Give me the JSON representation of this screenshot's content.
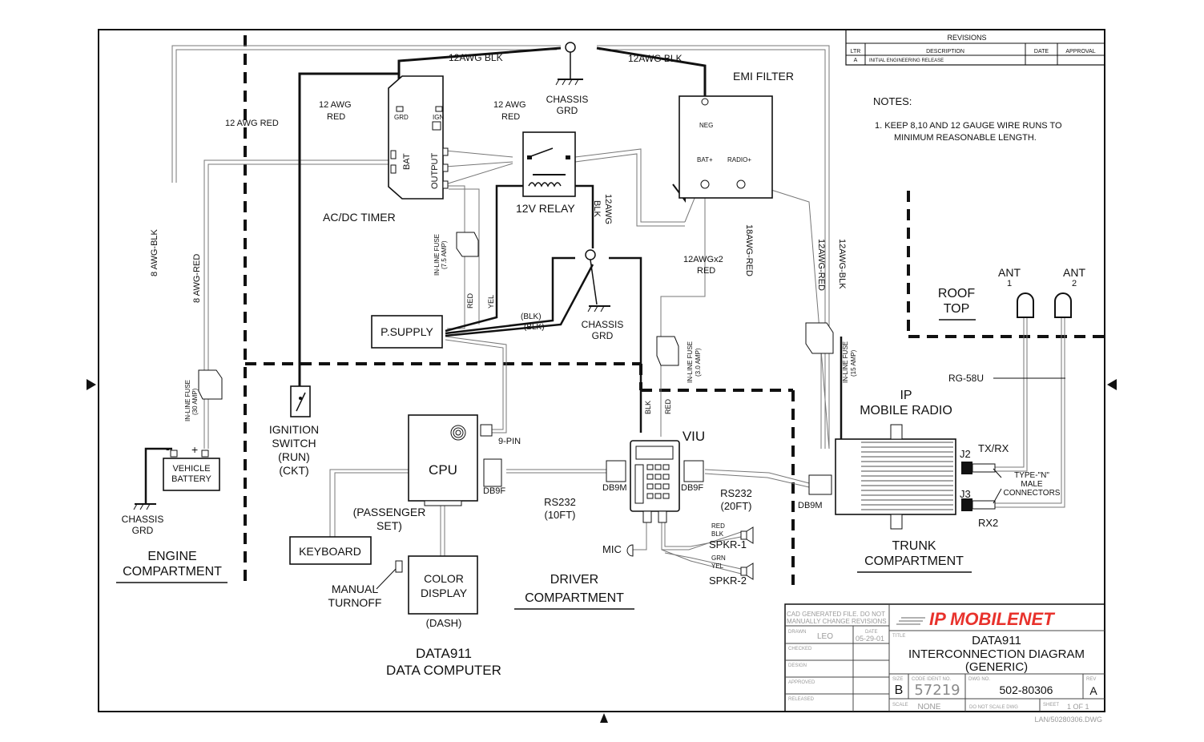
{
  "revisions": {
    "title": "REVISIONS",
    "cols": [
      "LTR",
      "DESCRIPTION",
      "DATE",
      "APPROVAL"
    ],
    "row": [
      "A",
      "INITIAL ENGINEERING RELEASE",
      "",
      ""
    ]
  },
  "notes": {
    "title": "NOTES:",
    "line1": "1.  KEEP 8,10 AND 12 GAUGE WIRE RUNS TO",
    "line2": "MINIMUM REASONABLE LENGTH."
  },
  "labels": {
    "wire_12awg_blk_1": "12AWG BLK",
    "wire_12awg_blk_2": "12AWG BLK",
    "chassis_grd_top": [
      "CHASSIS",
      "GRD"
    ],
    "emi_filter": "EMI FILTER",
    "neg": "NEG",
    "bat_plus": "BAT+",
    "radio_plus": "RADIO+",
    "red_12awg_left": [
      "12 AWG",
      "RED"
    ],
    "red_12awg_right": [
      "12 AWG",
      "RED"
    ],
    "red_12awg_line": "12 AWG RED",
    "grd": "GRD",
    "ign": "IGN",
    "bat": "BAT",
    "output": "OUTPUT",
    "acdc_timer": "AC/DC TIMER",
    "relay": "12V RELAY",
    "blk_12awg_vert": [
      "12AWG",
      "BLK"
    ],
    "awg8_blk": "8 AWG-BLK",
    "awg8_red": "8 AWG-RED",
    "fuse_7_5": [
      "IN-LINE FUSE",
      "(7.5 AMP)"
    ],
    "red_v": "RED",
    "yel_v": "YEL",
    "blk_paren_1": "(BLK)",
    "blk_paren_2": "(BLK)",
    "chassis_grd_mid": [
      "CHASSIS",
      "GRD"
    ],
    "red_12awgx2": [
      "12AWGx2",
      "RED"
    ],
    "awg18_red": "18AWG-RED",
    "awg12_red": "12AWG-RED",
    "awg12_blk": "12AWG-BLK",
    "fuse_3": [
      "IN-LINE FUSE",
      "(3.0 AMP)"
    ],
    "fuse_15": [
      "IN-LINE FUSE",
      "(15 AMP)"
    ],
    "psupply": "P.SUPPLY",
    "fuse_30": [
      "IN-LINE FUSE",
      "(30 AMP)"
    ],
    "minus": "-",
    "plus": "+",
    "vehicle_battery": [
      "VEHICLE",
      "BATTERY"
    ],
    "chassis_grd_low": [
      "CHASSIS",
      "GRD"
    ],
    "engine_comp": [
      "ENGINE",
      "COMPARTMENT"
    ],
    "ignition_switch": [
      "IGNITION",
      "SWITCH",
      "(RUN)",
      "(CKT)"
    ],
    "cpu": "CPU",
    "nine_pin": "9-PIN",
    "db9f_1": "DB9F",
    "db9m_1": "DB9M",
    "db9f_2": "DB9F",
    "db9m_2": "DB9M",
    "rs232_10": [
      "RS232",
      "(10FT)"
    ],
    "rs232_20": [
      "RS232",
      "(20FT)"
    ],
    "passenger_set": [
      "(PASSENGER",
      "SET)"
    ],
    "keyboard": "KEYBOARD",
    "color_display": [
      "COLOR",
      "DISPLAY"
    ],
    "manual_turnoff": [
      "MANUAL",
      "TURNOFF"
    ],
    "dash": "(DASH)",
    "viu": "VIU",
    "blk_v": "BLK",
    "red_v2": "RED",
    "mic": "MIC",
    "spkr1": "SPKR-1",
    "spkr2": "SPKR-2",
    "red_s": "RED",
    "blk_s": "BLK",
    "grn_s": "GRN",
    "yel_s": "YEL",
    "driver_comp": [
      "DRIVER",
      "COMPARTMENT"
    ],
    "data911_title": [
      "DATA911",
      "DATA COMPUTER"
    ],
    "ip_mobile_radio": [
      "IP",
      "MOBILE RADIO"
    ],
    "roof_top": [
      "ROOF",
      "TOP"
    ],
    "ant1": [
      "ANT",
      "1"
    ],
    "ant2": [
      "ANT",
      "2"
    ],
    "rg58u": "RG-58U",
    "j2": "J2",
    "j3": "J3",
    "txrx": "TX/RX",
    "rx2": "RX2",
    "type_n": [
      "TYPE-\"N\"",
      "MALE",
      "CONNECTORS"
    ],
    "trunk_comp": [
      "TRUNK",
      "COMPARTMENT"
    ]
  },
  "title_block": {
    "cad_note": [
      "CAD GENERATED FILE. DO NOT",
      "MANUALLY CHANGE REVISIONS"
    ],
    "drawn_label": "DRAWN",
    "drawn_value": "LEO",
    "date_label": "DATE",
    "date_value": "05-29-01",
    "checked_label": "CHECKED",
    "design_label": "DESIGN",
    "approved_label": "APPROVED",
    "released_label": "RELEASED",
    "company": "IP MOBILENET",
    "title_label": "TITLE",
    "title": [
      "DATA911",
      "INTERCONNECTION DIAGRAM",
      "(GENERIC)"
    ],
    "size_label": "SIZE",
    "size": "B",
    "code_label": "CODE IDENT NO.",
    "code": "57219",
    "dwg_label": "DWG NO.",
    "dwg": "502-80306",
    "rev_label": "REV",
    "rev": "A",
    "scale_label": "SCALE",
    "scale": "NONE",
    "no_scale": "DO NOT SCALE DWG",
    "sheet_label": "SHEET",
    "sheet": "1  OF  1",
    "filename": "LAN/50280306.DWG"
  }
}
